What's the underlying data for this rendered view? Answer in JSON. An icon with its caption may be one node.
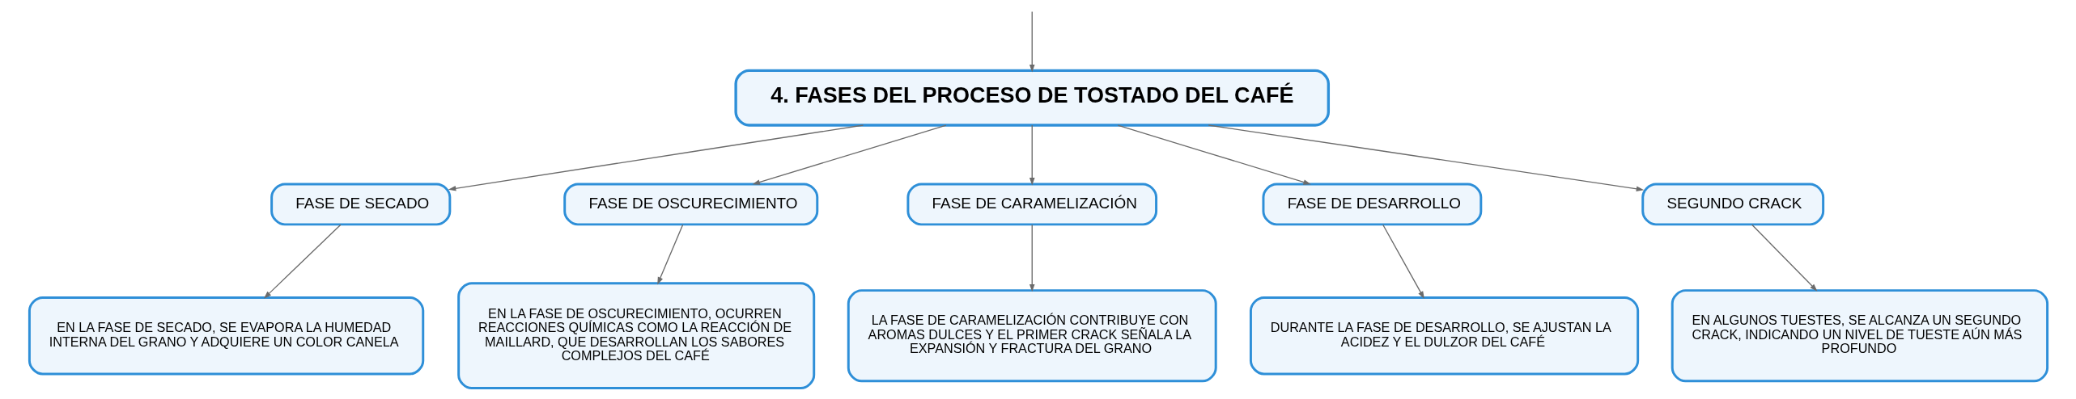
{
  "diagram": {
    "nodes": [
      {
        "text": [
          "4. FASES DEL PROCESO DE TOSTADO DEL CAFÉ"
        ]
      },
      {
        "text": [
          "FASE DE SECADO"
        ]
      },
      {
        "text": [
          "FASE DE OSCURECIMIENTO"
        ]
      },
      {
        "text": [
          "FASE DE CARAMELIZACIÓN"
        ]
      },
      {
        "text": [
          "FASE DE DESARROLLO"
        ]
      },
      {
        "text": [
          "SEGUNDO CRACK"
        ]
      },
      {
        "text": [
          "EN LA FASE DE SECADO, SE EVAPORA LA HUMEDAD INTERNA DEL GRANO Y ADQUIERE UN COLOR CANELA"
        ]
      },
      {
        "text": [
          "EN LA FASE DE OSCURECIMIENTO, OCURREN REACCIONES QUÍMICAS COMO LA REACCIÓN DE MAILLARD, QUE DESARROLLAN LOS SABORES COMPLEJOS DEL CAFÉ"
        ]
      },
      {
        "text": [
          "LA FASE DE CARAMELIZACIÓN CONTRIBUYE CON AROMAS DULCES Y EL PRIMER CRACK SEÑALA LA EXPANSIÓN Y FRACTURA DEL GRANO"
        ]
      },
      {
        "text": [
          "DURANTE LA FASE DE DESARROLLO, SE AJUSTAN LA ACIDEZ Y EL DULZOR DEL CAFÉ"
        ]
      },
      {
        "text": [
          "EN ALGUNOS TUESTES, SE ALCANZA UN SEGUNDO CRACK, INDICANDO UN NIVEL DE TUESTE AÚN MÁS PROFUNDO"
        ]
      }
    ],
    "edges": [
      {
        "from": null,
        "to": 0,
        "arrow": "to"
      },
      {
        "from": 0,
        "to": 1,
        "arrow": "to"
      },
      {
        "from": 0,
        "to": 2,
        "arrow": "to"
      },
      {
        "from": 0,
        "to": 3,
        "arrow": "to"
      },
      {
        "from": 0,
        "to": 4,
        "arrow": "to"
      },
      {
        "from": 0,
        "to": 5,
        "arrow": "to"
      },
      {
        "from": 1,
        "to": 6,
        "arrow": "to"
      },
      {
        "from": 2,
        "to": 7,
        "arrow": "to"
      },
      {
        "from": 3,
        "to": 8,
        "arrow": "to"
      },
      {
        "from": 4,
        "to": 9,
        "arrow": "to"
      },
      {
        "from": 5,
        "to": 10,
        "arrow": "to"
      }
    ]
  }
}
